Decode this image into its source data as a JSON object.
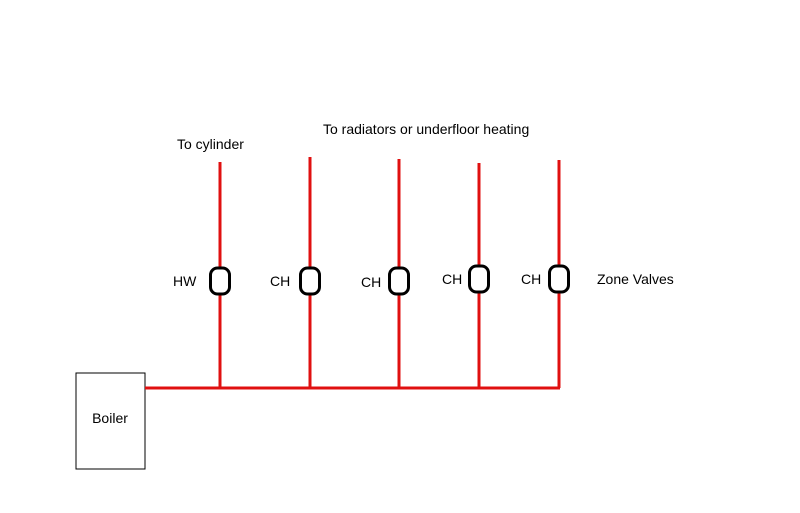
{
  "colors": {
    "pipe": "#e01010",
    "valve": "#000000",
    "boiler_border": "#000000"
  },
  "boiler": {
    "label": "Boiler"
  },
  "top_labels": {
    "cylinder": "To cylinder",
    "radiators": "To radiators or underfloor heating"
  },
  "valves": [
    {
      "label": "HW"
    },
    {
      "label": "CH"
    },
    {
      "label": "CH"
    },
    {
      "label": "CH"
    },
    {
      "label": "CH"
    }
  ],
  "zone_label": "Zone Valves"
}
